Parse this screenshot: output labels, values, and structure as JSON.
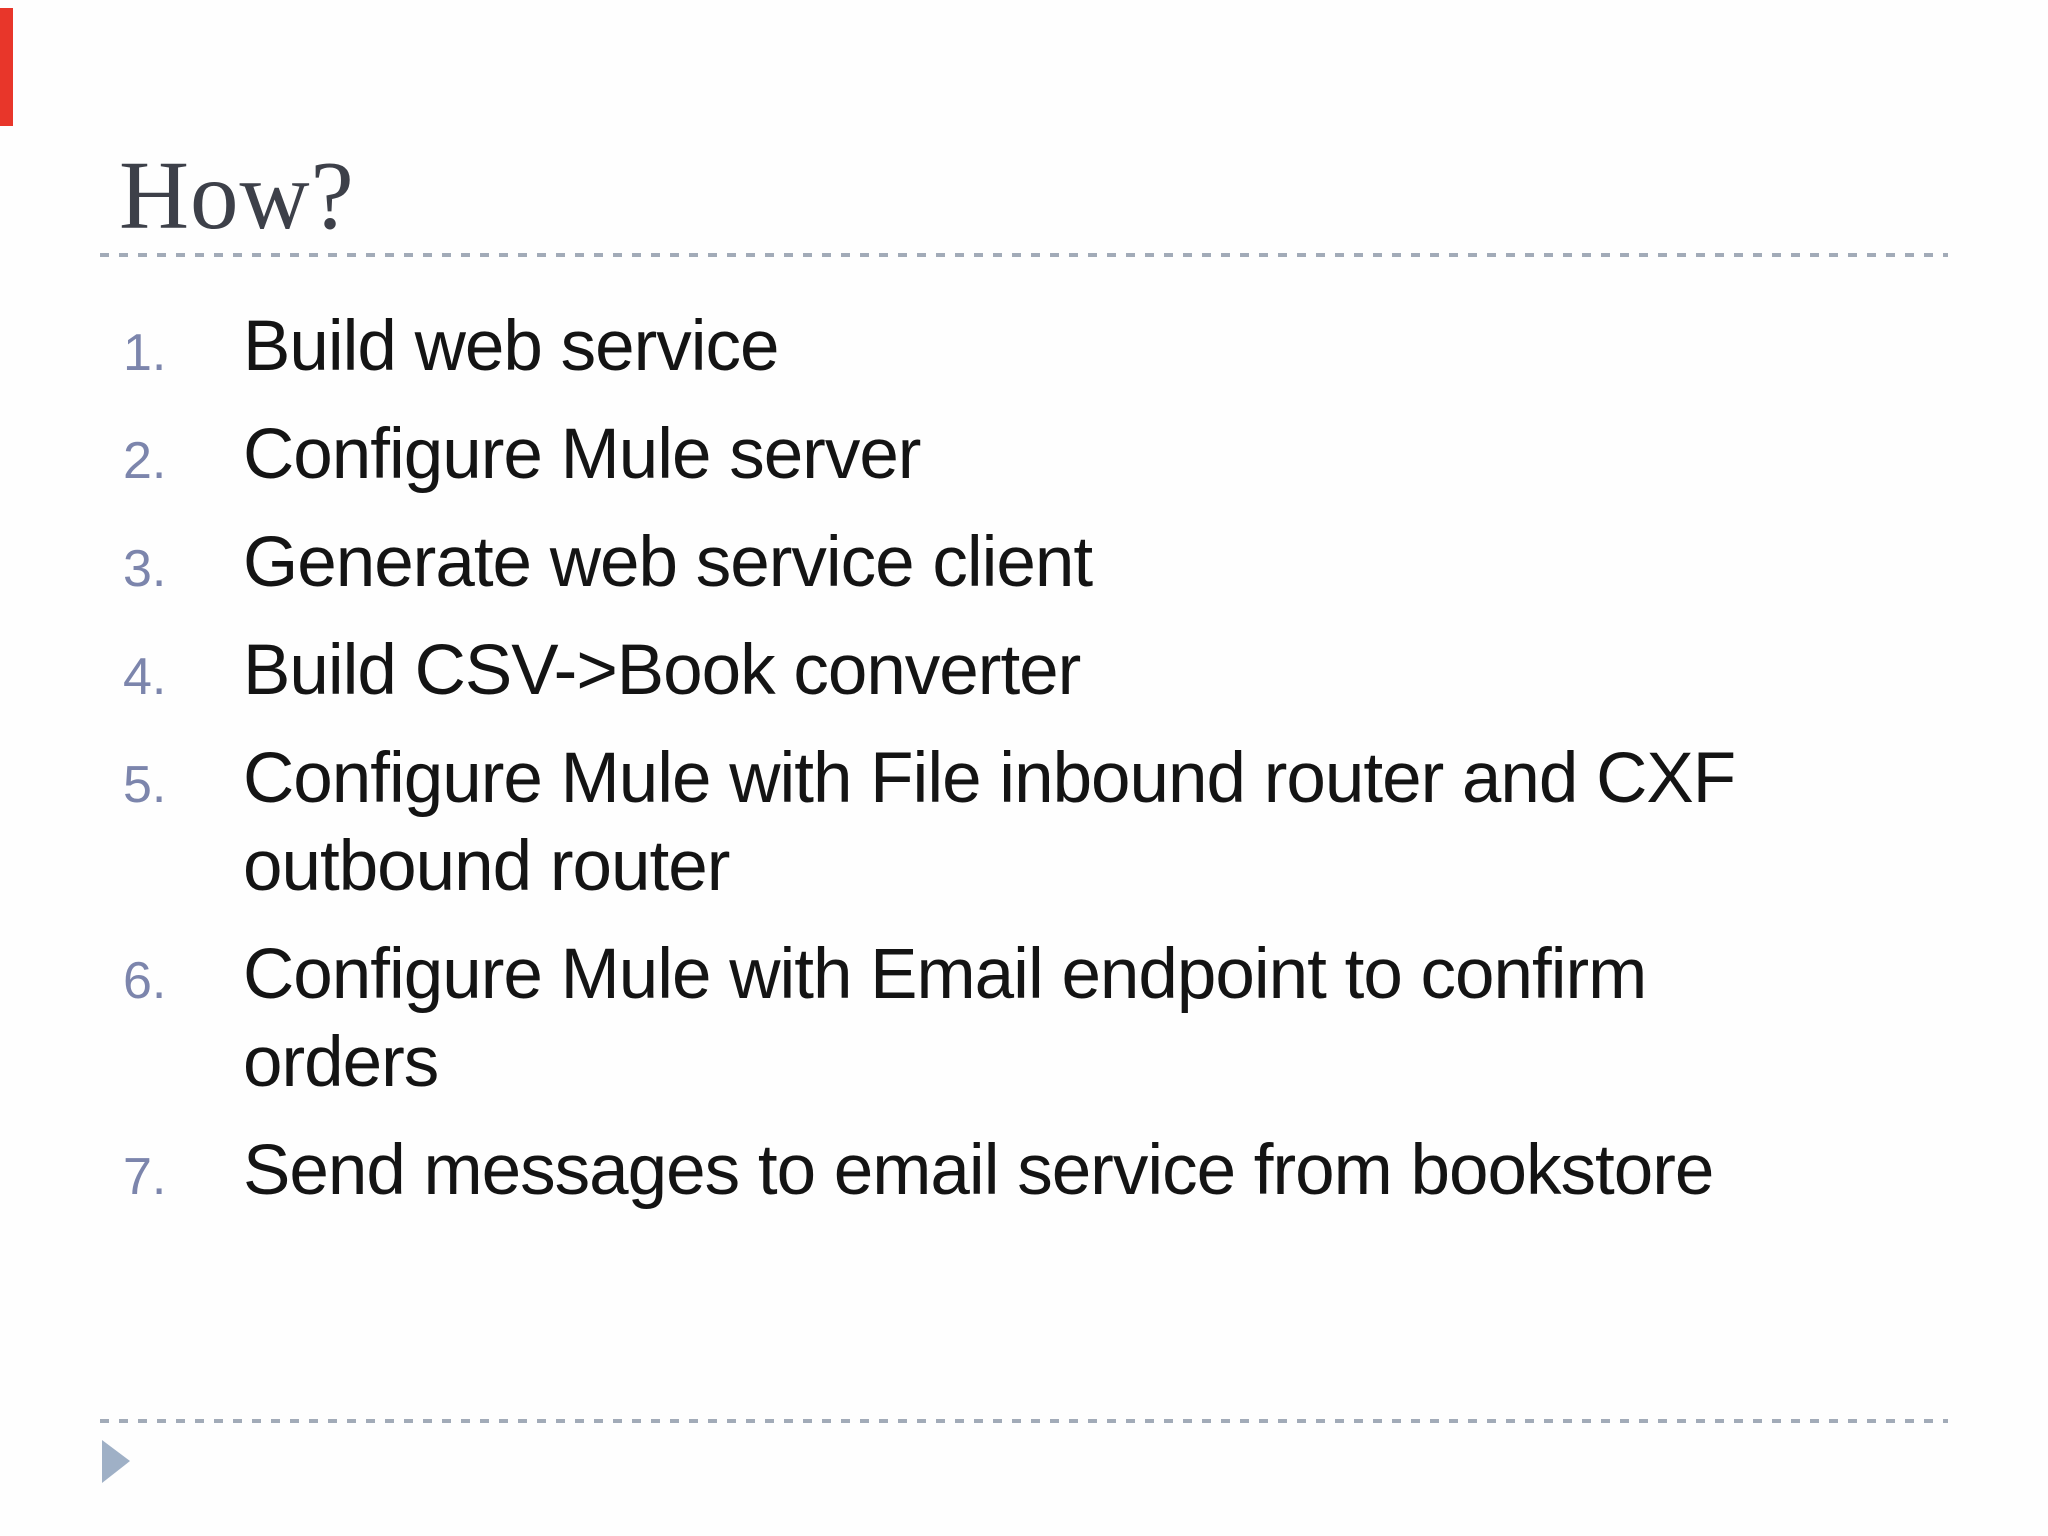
{
  "slide": {
    "title": "How?",
    "items": [
      {
        "number": "1.",
        "lines": [
          "Build web service"
        ]
      },
      {
        "number": "2.",
        "lines": [
          "Configure Mule server"
        ]
      },
      {
        "number": "3.",
        "lines": [
          "Generate web service client"
        ]
      },
      {
        "number": "4.",
        "lines": [
          "Build CSV->Book converter"
        ]
      },
      {
        "number": "5.",
        "lines": [
          "Configure Mule with File inbound router and CXF",
          "outbound router"
        ]
      },
      {
        "number": "6.",
        "lines": [
          "Configure Mule with Email endpoint to confirm",
          "orders"
        ]
      },
      {
        "number": "7.",
        "lines": [
          "Send messages to email service from bookstore"
        ]
      }
    ],
    "icons": {
      "nav_arrow": "right-pointing-triangle"
    },
    "colors": {
      "accent_red": "#e8362a",
      "title_color": "#3d4049",
      "text_color": "#141414",
      "number_color": "#7c85ac",
      "dash_color": "#a2abb8",
      "arrow_color": "#9fb0c6"
    }
  }
}
